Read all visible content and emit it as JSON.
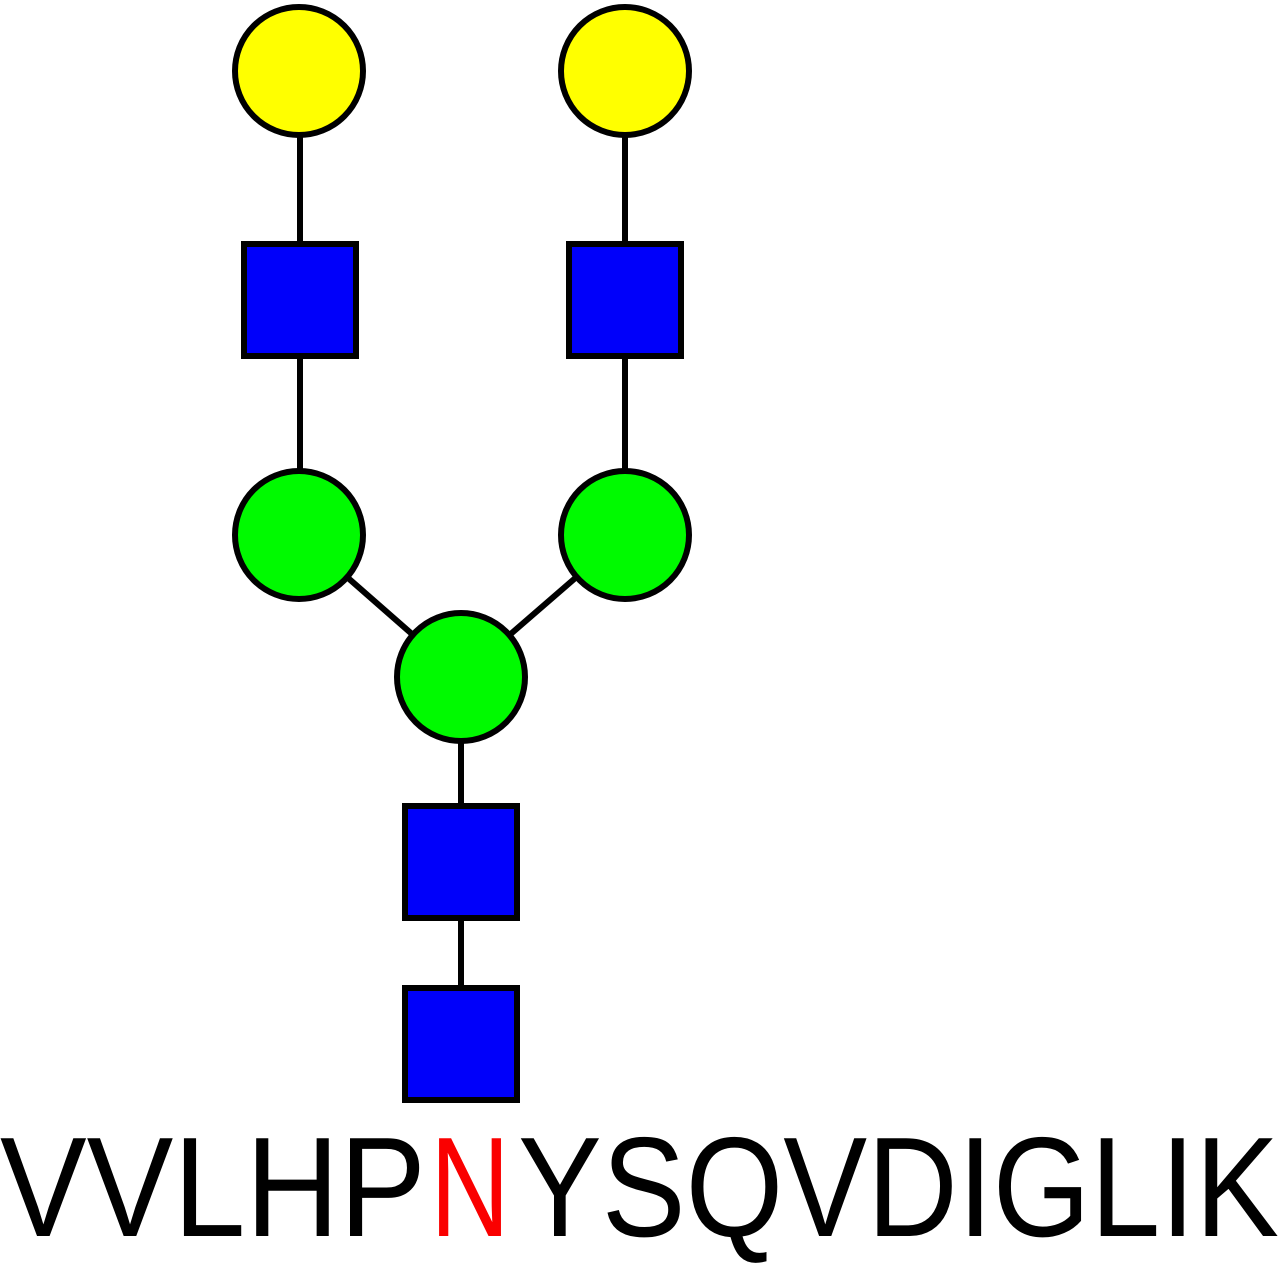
{
  "colors": {
    "background": "#FFFFFF",
    "outline": "#000000",
    "gal_yellow": "#FFFF00",
    "glcnac_blue": "#0000FA",
    "man_green": "#00FA00",
    "site_red": "#FA0000",
    "text_black": "#000000"
  },
  "glycan": {
    "nodes": [
      {
        "id": "gal-left",
        "monosaccharide": "galactose",
        "shape": "circle",
        "color": "#FFFF00"
      },
      {
        "id": "gal-right",
        "monosaccharide": "galactose",
        "shape": "circle",
        "color": "#FFFF00"
      },
      {
        "id": "glcnac-left",
        "monosaccharide": "glcnac",
        "shape": "square",
        "color": "#0000FA"
      },
      {
        "id": "glcnac-right",
        "monosaccharide": "glcnac",
        "shape": "square",
        "color": "#0000FA"
      },
      {
        "id": "man-left",
        "monosaccharide": "mannose",
        "shape": "circle",
        "color": "#00FA00"
      },
      {
        "id": "man-right",
        "monosaccharide": "mannose",
        "shape": "circle",
        "color": "#00FA00"
      },
      {
        "id": "man-core",
        "monosaccharide": "mannose",
        "shape": "circle",
        "color": "#00FA00"
      },
      {
        "id": "glcnac-core-2",
        "monosaccharide": "glcnac",
        "shape": "square",
        "color": "#0000FA"
      },
      {
        "id": "glcnac-core-1",
        "monosaccharide": "glcnac",
        "shape": "square",
        "color": "#0000FA"
      }
    ],
    "edges": [
      {
        "from": "gal-left",
        "to": "glcnac-left"
      },
      {
        "from": "gal-right",
        "to": "glcnac-right"
      },
      {
        "from": "glcnac-left",
        "to": "man-left"
      },
      {
        "from": "glcnac-right",
        "to": "man-right"
      },
      {
        "from": "man-left",
        "to": "man-core"
      },
      {
        "from": "man-right",
        "to": "man-core"
      },
      {
        "from": "man-core",
        "to": "glcnac-core-2"
      },
      {
        "from": "glcnac-core-2",
        "to": "glcnac-core-1"
      }
    ]
  },
  "peptide": {
    "sequence": "VVLHPNYSQVDIGLIK",
    "before_site": "VVLHP",
    "site_residue": "N",
    "after_site": "YSQVDIGLIK"
  }
}
